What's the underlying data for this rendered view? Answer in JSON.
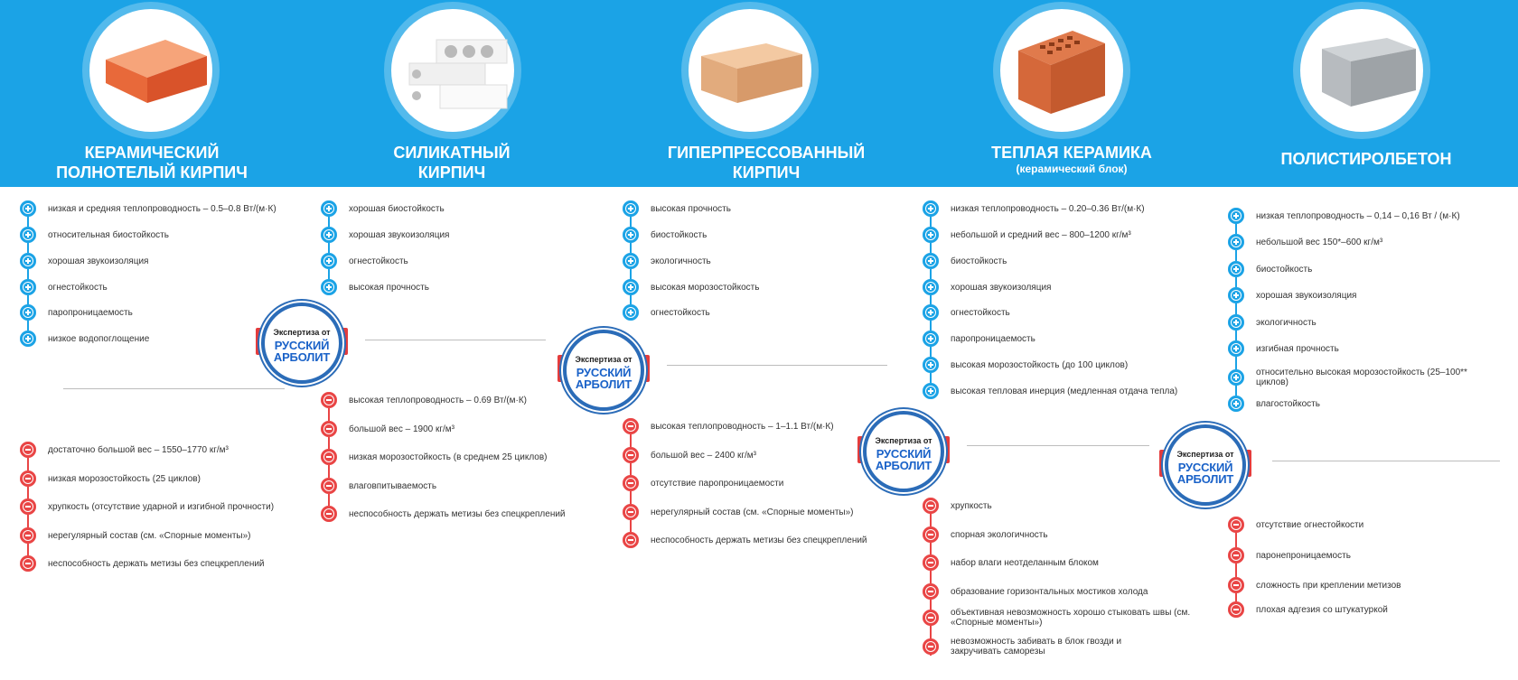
{
  "columns": [
    {
      "title_lines": [
        "КЕРАМИЧЕСКИЙ",
        "ПОЛНОТЕЛЫЙ КИРПИЧ"
      ],
      "subtitle": "",
      "image": "ceramic-brick-image",
      "pros": [
        "низкая и средняя теплопроводность – 0.5–0.8 Вт/(м·К)",
        "относительная биостойкость",
        "хорошая звукоизоляция",
        "огнестойкость",
        "паропроницаемость",
        "низкое водопоглощение"
      ],
      "cons": [
        "достаточно большой вес – 1550–1770 кг/м³",
        "низкая морозостойкость (25 циклов)",
        "хрупкость (отсутствие ударной и изгибной прочности)",
        "нерегулярный состав (см. «Спорные моменты»)",
        "неспособность держать метизы без спецкреплений"
      ]
    },
    {
      "title_lines": [
        "СИЛИКАТНЫЙ",
        "КИРПИЧ"
      ],
      "subtitle": "",
      "image": "silicate-brick-image",
      "pros": [
        "хорошая биостойкость",
        "хорошая звукоизоляция",
        "огнестойкость",
        "высокая прочность"
      ],
      "cons": [
        "высокая теплопроводность – 0.69 Вт/(м·К)",
        "большой вес – 1900 кг/м³",
        "низкая морозостойкость (в среднем 25 циклов)",
        "влаговпитываемость",
        "неспособность держать метизы без спецкреплений"
      ]
    },
    {
      "title_lines": [
        "ГИПЕРПРЕССОВАННЫЙ",
        "КИРПИЧ"
      ],
      "subtitle": "",
      "image": "hyperpressed-brick-image",
      "pros": [
        "высокая прочность",
        "биостойкость",
        "экологичность",
        "высокая морозостойкость",
        "огнестойкость"
      ],
      "cons": [
        "высокая теплопроводность – 1–1.1 Вт/(м·К)",
        "большой вес – 2400 кг/м³",
        "отсутствие паропроницаемости",
        "нерегулярный состав (см. «Спорные моменты»)",
        "неспособность держать метизы без спецкреплений"
      ]
    },
    {
      "title_lines": [
        "ТЕПЛАЯ КЕРАМИКА"
      ],
      "subtitle": "(керамический блок)",
      "image": "ceramic-block-image",
      "pros": [
        "низкая теплопроводность – 0.20–0.36 Вт/(м·К)",
        "небольшой и средний вес – 800–1200 кг/м³",
        "биостойкость",
        "хорошая звукоизоляция",
        "огнестойкость",
        "паропроницаемость",
        "высокая морозостойкость (до 100 циклов)",
        "высокая тепловая инерция (медленная отдача тепла)"
      ],
      "cons": [
        "хрупкость",
        "спорная экологичность",
        "набор влаги неотделанным блоком",
        "образование горизонтальных мостиков холода",
        "объективная невозможность хорошо стыковать швы (см. «Спорные моменты»)",
        "невозможность забивать в блок гвозди и закручивать саморезы"
      ]
    },
    {
      "title_lines": [
        "ПОЛИСТИРОЛБЕТОН"
      ],
      "subtitle": "",
      "image": "polystyrene-concrete-image",
      "pros": [
        "низкая теплопроводность – 0,14 – 0,16 Вт / (м·К)",
        "небольшой вес 150*–600 кг/м³",
        "биостойкость",
        "хорошая звукоизоляция",
        "экологичность",
        "изгибная прочность",
        "относительно высокая морозостойкость (25–100** циклов)",
        "влагостойкость"
      ],
      "cons": [
        "отсутствие огнестойкости",
        "паронепроницаемость",
        "сложность при креплении метизов",
        "плохая адгезия со штукатуркой"
      ]
    }
  ],
  "badge": {
    "line1": "Экспертиза от",
    "line2": "РУССКИЙ",
    "line3": "АРБОЛИТ"
  },
  "colors": {
    "header": "#1ba3e6",
    "plus": "#1ba3e6",
    "minus": "#e94545",
    "badge_blue": "#2b6cb8",
    "ribbon_red": "#e43c3c"
  }
}
